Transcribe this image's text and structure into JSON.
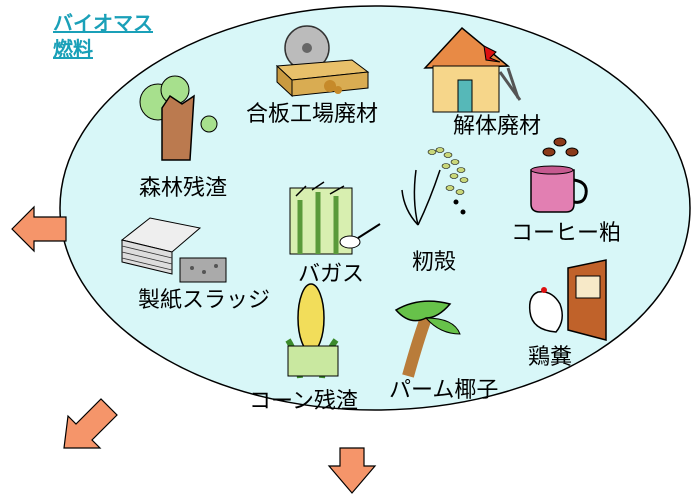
{
  "title": {
    "line1": "バイオマス",
    "line2": "燃料"
  },
  "items": [
    {
      "label": "合板工場廃材",
      "icon": "plywood-saw-icon"
    },
    {
      "label": "解体廃材",
      "icon": "demolished-house-icon"
    },
    {
      "label": "森林残渣",
      "icon": "tree-stump-icon"
    },
    {
      "label": "籾殻",
      "icon": "rice-plant-icon"
    },
    {
      "label": "コーヒー粕",
      "icon": "coffee-cup-icon"
    },
    {
      "label": "バガス",
      "icon": "sugarcane-icon"
    },
    {
      "label": "製紙スラッジ",
      "icon": "paper-stack-icon"
    },
    {
      "label": "鶏糞",
      "icon": "chicken-coop-icon"
    },
    {
      "label": "コーン残渣",
      "icon": "corn-icon"
    },
    {
      "label": "パーム椰子",
      "icon": "palm-tree-icon"
    }
  ],
  "colors": {
    "ellipse_fill": "#d8f7f8",
    "arrow_fill": "#f5956a",
    "title": "#1aa0b8"
  }
}
